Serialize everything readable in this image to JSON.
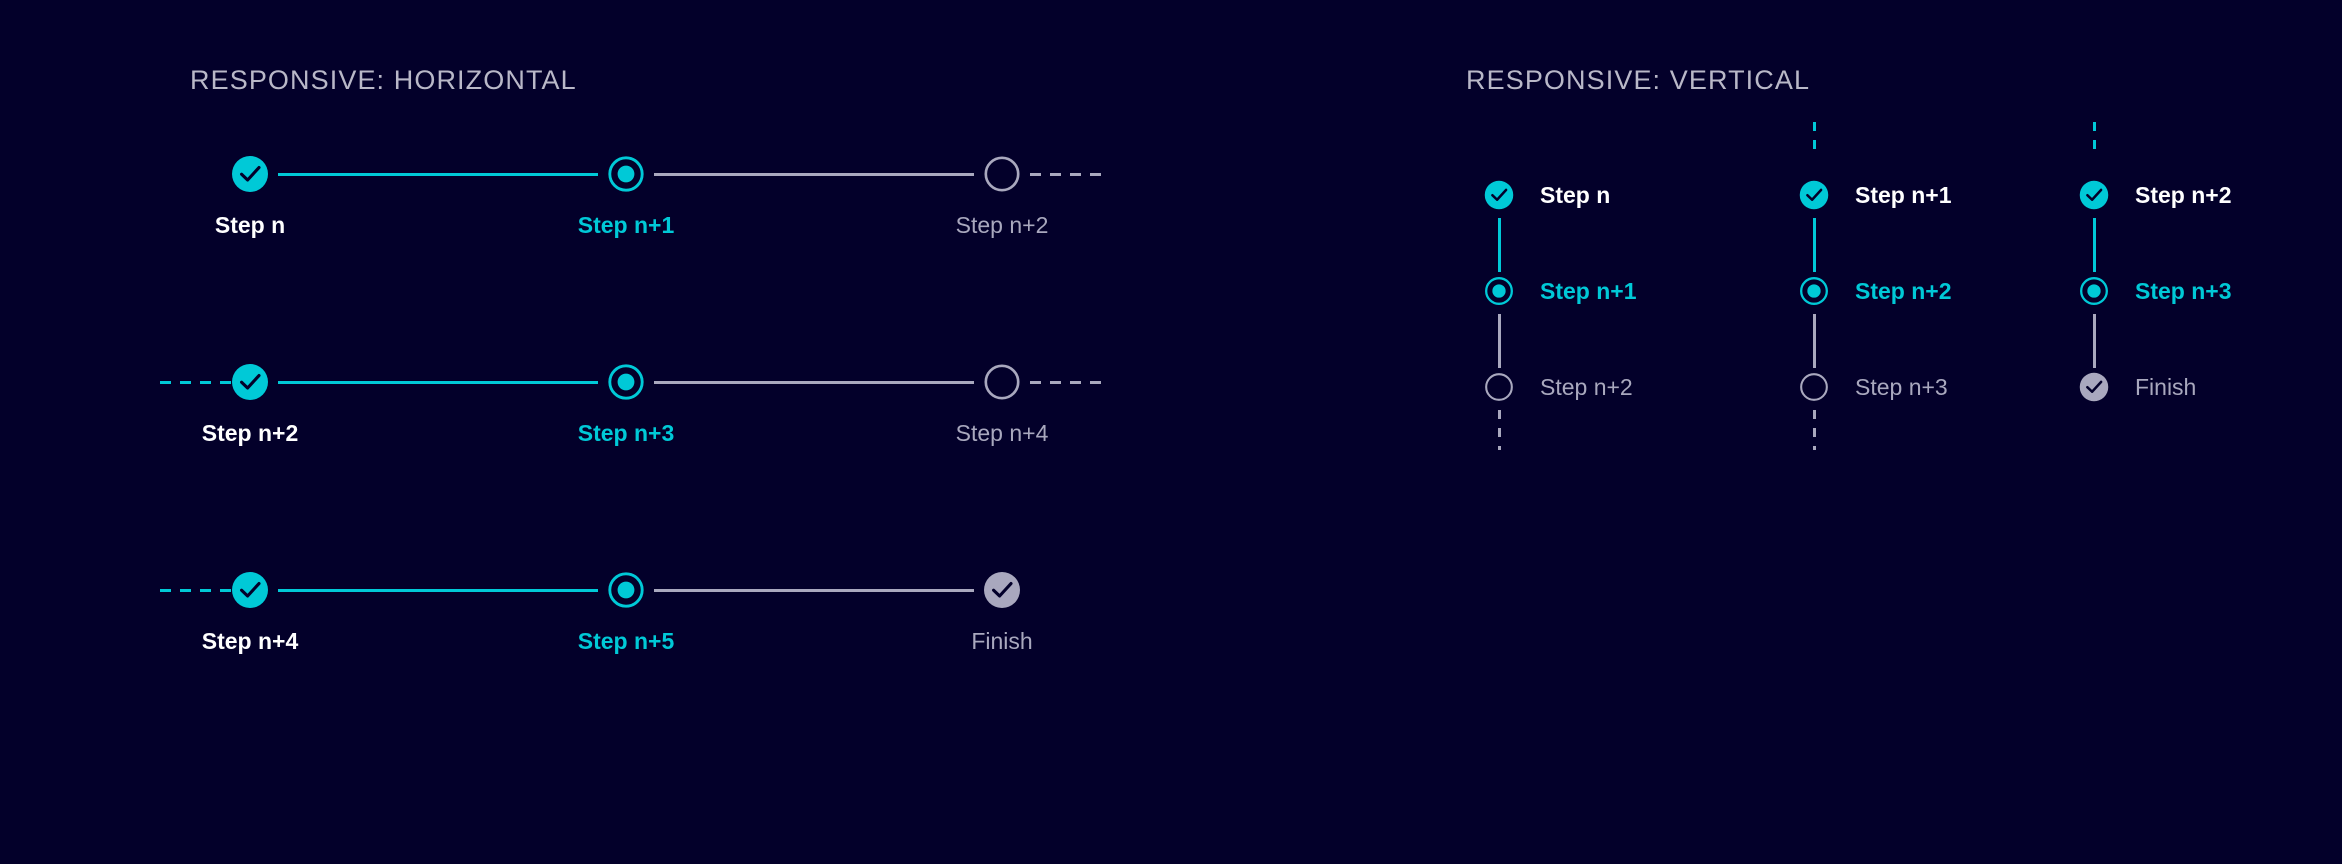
{
  "background_color": "#03002a",
  "colors": {
    "accent_cyan": "#00c9d7",
    "muted_gray": "#a9a8be",
    "label_done": "#ffffff",
    "label_active": "#00c9d7",
    "label_todo": "#a9a8be",
    "heading": "#b9b8c8",
    "check_stroke": "#03002a"
  },
  "sections": {
    "horizontal": {
      "title": "RESPONSIVE: HORIZONTAL",
      "rows": [
        {
          "lead_connector": "none",
          "trail_connector": "dashed-gray",
          "steps": [
            {
              "label": "Step n",
              "state": "completed"
            },
            {
              "label": "Step n+1",
              "state": "active"
            },
            {
              "label": "Step n+2",
              "state": "inactive"
            }
          ]
        },
        {
          "lead_connector": "dashed-cyan",
          "trail_connector": "dashed-gray",
          "steps": [
            {
              "label": "Step n+2",
              "state": "completed"
            },
            {
              "label": "Step n+3",
              "state": "active"
            },
            {
              "label": "Step n+4",
              "state": "inactive"
            }
          ]
        },
        {
          "lead_connector": "dashed-cyan",
          "trail_connector": "none",
          "steps": [
            {
              "label": "Step n+4",
              "state": "completed"
            },
            {
              "label": "Step n+5",
              "state": "active"
            },
            {
              "label": "Finish",
              "state": "finish"
            }
          ]
        }
      ]
    },
    "vertical": {
      "title": "RESPONSIVE: VERTICAL",
      "columns": [
        {
          "lead_connector": "none",
          "trail_connector": "dashed-gray",
          "steps": [
            {
              "label": "Step n",
              "state": "completed"
            },
            {
              "label": "Step n+1",
              "state": "active"
            },
            {
              "label": "Step n+2",
              "state": "inactive"
            }
          ]
        },
        {
          "lead_connector": "dashed-cyan",
          "trail_connector": "dashed-gray",
          "steps": [
            {
              "label": "Step n+1",
              "state": "completed"
            },
            {
              "label": "Step n+2",
              "state": "active"
            },
            {
              "label": "Step n+3",
              "state": "inactive"
            }
          ]
        },
        {
          "lead_connector": "dashed-cyan",
          "trail_connector": "none",
          "steps": [
            {
              "label": "Step n+2",
              "state": "completed"
            },
            {
              "label": "Step n+3",
              "state": "active"
            },
            {
              "label": "Finish",
              "state": "finish"
            }
          ]
        }
      ]
    }
  },
  "icon_names": {
    "completed": "check-circle-filled-icon",
    "active": "radio-selected-icon",
    "inactive": "circle-outline-icon",
    "finish": "check-circle-filled-gray-icon"
  }
}
